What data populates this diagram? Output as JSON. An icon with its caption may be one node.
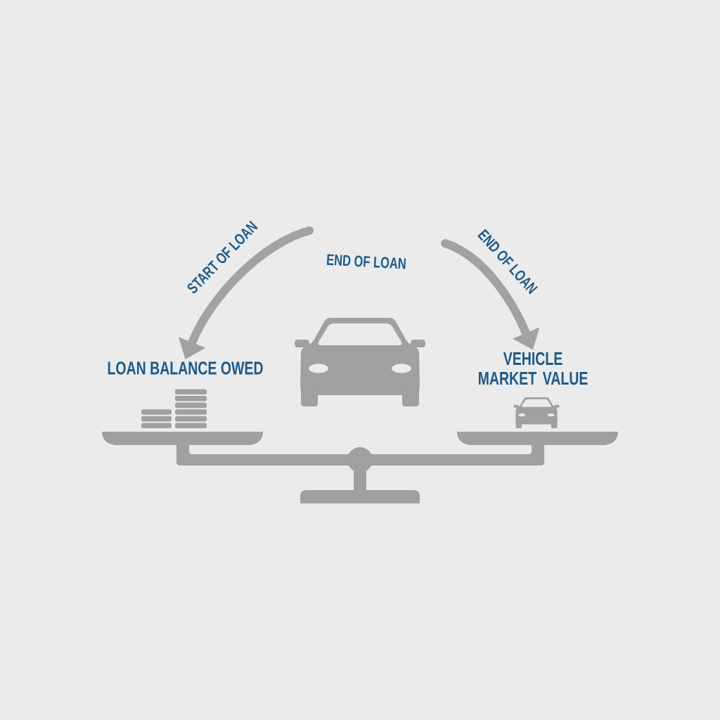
{
  "diagram": {
    "nodes": [
      {
        "text": [
          "LOAN BALANCE OWED"
        ]
      },
      {
        "text": [
          "VEHICLE MARKET VALUE"
        ]
      }
    ],
    "edges": [
      {
        "from": null,
        "to": 0,
        "arrow": "to",
        "label": "START OF LOAN"
      },
      {
        "from": null,
        "to": 1,
        "arrow": "to",
        "label": "END OF LOAN"
      }
    ],
    "labels": [
      "END OF LOAN"
    ]
  }
}
